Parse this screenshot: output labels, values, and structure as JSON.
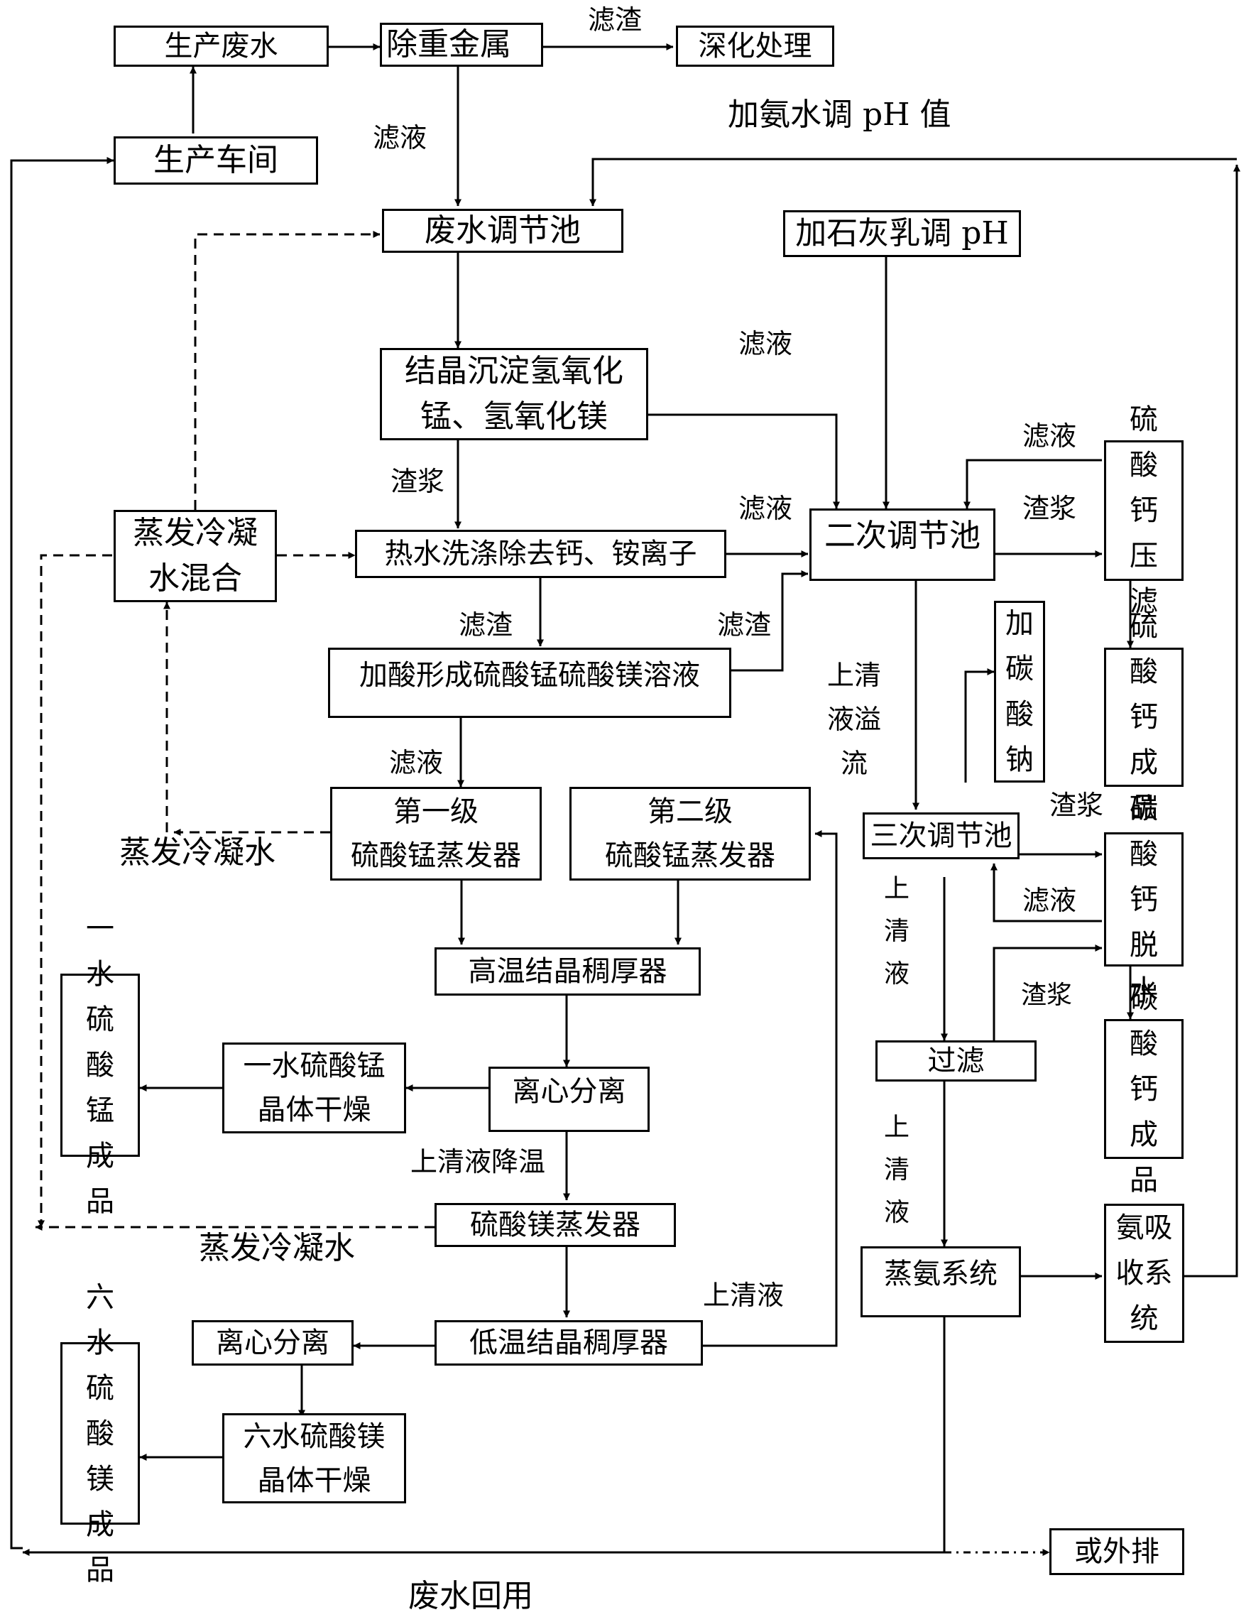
{
  "boxes": {
    "shengchan_feishui": "生产废水",
    "chu_zhongjinshu": "除重金属",
    "shenhua_chuli": "深化处理",
    "shengchan_chejian": "生产车间",
    "feishui_tiaojiechi": "废水调节池",
    "jia_shihuiru": "加石灰乳调 pH",
    "jiejing_chendian": "结晶沉淀氢氧化锰、氢氧化镁",
    "zhengfa_lengning": "蒸发冷凝水混合",
    "reshui_xidi": "热水洗涤除去钙、铵离子",
    "erci_tiaojiechi": "二次调节池",
    "liusuangai_yalv": "硫酸钙压滤",
    "jiasuan_xingcheng": "加酸形成硫酸锰硫酸镁溶液",
    "jia_tansuanna": "加碳酸钠",
    "liusuangai_chengpin": "硫酸钙成品",
    "diyiji_zhengfaqi": "第一级\n硫酸锰蒸发器",
    "dierji_zhengfaqi": "第二级\n硫酸锰蒸发器",
    "sanci_tiaojiechi": "三次调节池",
    "tansuangai_tuoshui": "碳酸钙脱水",
    "gaowen_chouhouqi": "高温结晶稠厚器",
    "yishui_chengpin": "一水硫酸锰成品",
    "yishui_ganzao": "一水硫酸锰晶体干燥",
    "lixin_fenli_1": "离心分离",
    "guolv": "过滤",
    "tansuangai_chengpin": "碳酸钙成品",
    "liusuanmei_zhengfaqi": "硫酸镁蒸发器",
    "zhengan_xitong": "蒸氨系统",
    "anxishou_xitong": "氨吸收系统",
    "lixin_fenli_2": "离心分离",
    "diwen_chouhouqi": "低温结晶稠厚器",
    "liushui_chengpin": "六水硫酸镁成品",
    "liushui_ganzao": "六水硫酸镁晶体干燥",
    "huo_waipai": "或外排"
  },
  "labels": {
    "lvzha_top": "滤渣",
    "lvye_1": "滤液",
    "jia_anshui": "加氨水调 pH 值",
    "lvye_2": "滤液",
    "lvye_3": "滤液",
    "zhajiang_1": "渣浆",
    "lvye_4": "滤液",
    "zhajiang_2": "渣浆",
    "lvzha_2": "滤渣",
    "lvzha_3": "滤渣",
    "shangqingye_yiliu": "上清液溢流",
    "lvye_5": "滤液",
    "zhengfa_lengningshui_1": "蒸发冷凝水",
    "zhajiang_3": "渣浆",
    "shangqingye_v1": "上清液",
    "lvye_6": "滤液",
    "zhajiang_4": "渣浆",
    "shangqingye_v2": "上清液",
    "shangqingye_jiangwen": "上清液降温",
    "zhengfa_lengningshui_2": "蒸发冷凝水",
    "shangqingye_h": "上清液",
    "feishui_huiyong": "废水回用"
  }
}
